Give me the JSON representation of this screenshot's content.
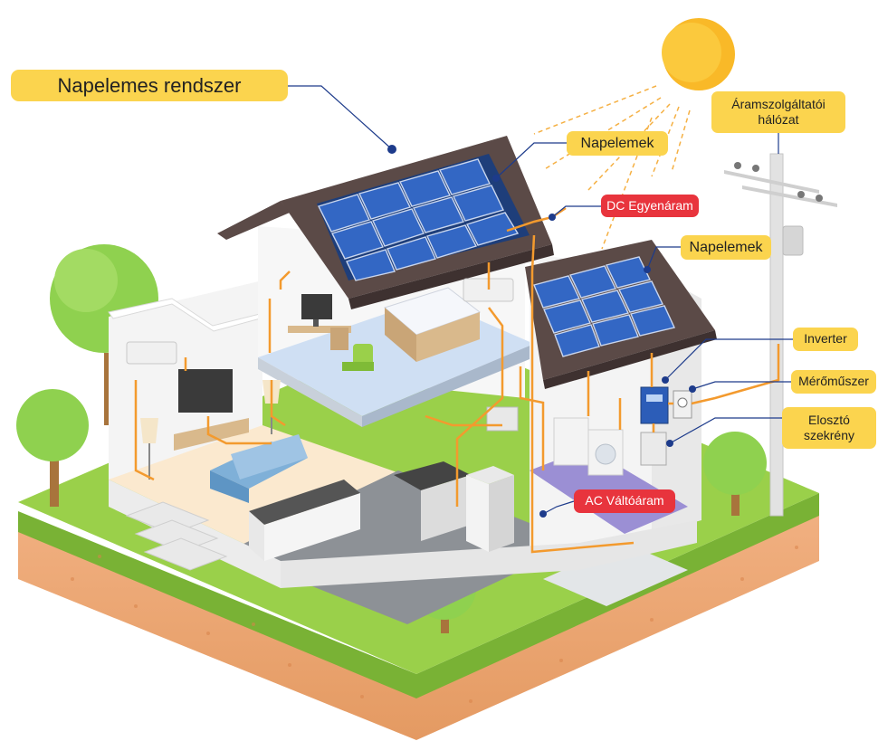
{
  "title": "Napelemes rendszer",
  "labels": {
    "grid_line1": "Áramszolgáltatói",
    "grid_line2": "hálózat",
    "panels_main": "Napelemek",
    "dc": "DC Egyenáram",
    "panels_second": "Napelemek",
    "inverter": "Inverter",
    "meter": "Mérőműszer",
    "distribution_line1": "Elosztó",
    "distribution_line2": "szekrény",
    "ac": "AC Váltóáram"
  },
  "colors": {
    "label_yellow": "#fbd44e",
    "label_red": "#e8343d",
    "wire_orange": "#f39a2e",
    "sun": "#f9b928",
    "grass": "#8cc63f",
    "soil": "#e8a06a",
    "panel_blue": "#2d5fb8",
    "roof": "#5b4a47"
  },
  "icons": [
    "sun-icon",
    "utility-pole-icon",
    "tree-icon",
    "inverter-icon",
    "meter-icon",
    "distribution-box-icon"
  ]
}
